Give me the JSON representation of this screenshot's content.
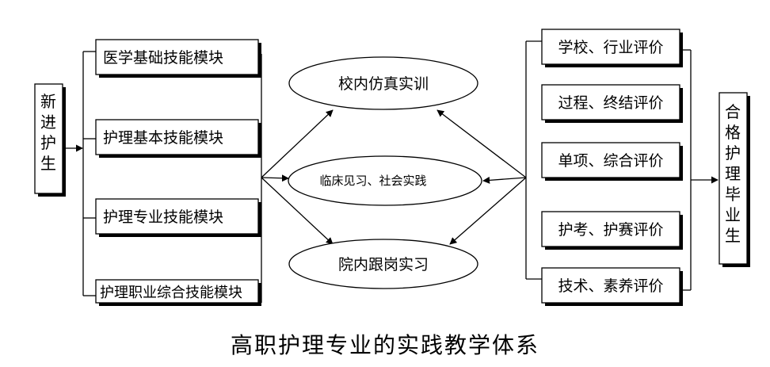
{
  "input": {
    "label": "新进护生"
  },
  "modules": [
    {
      "label": "医学基础技能模块"
    },
    {
      "label": "护理基本技能模块"
    },
    {
      "label": "护理专业技能模块"
    },
    {
      "label": "护理职业综合技能模块"
    }
  ],
  "practice": [
    {
      "label": "校内仿真实训"
    },
    {
      "label": "临床见习、社会实践"
    },
    {
      "label": "院内跟岗实习"
    }
  ],
  "evaluations": [
    {
      "label": "学校、行业评价"
    },
    {
      "label": "过程、终结评价"
    },
    {
      "label": "单项、综合评价"
    },
    {
      "label": "护考、护赛评价"
    },
    {
      "label": "技术、素养评价"
    }
  ],
  "output": {
    "label": "合格护理毕业生"
  },
  "caption": "高职护理专业的实践教学体系"
}
